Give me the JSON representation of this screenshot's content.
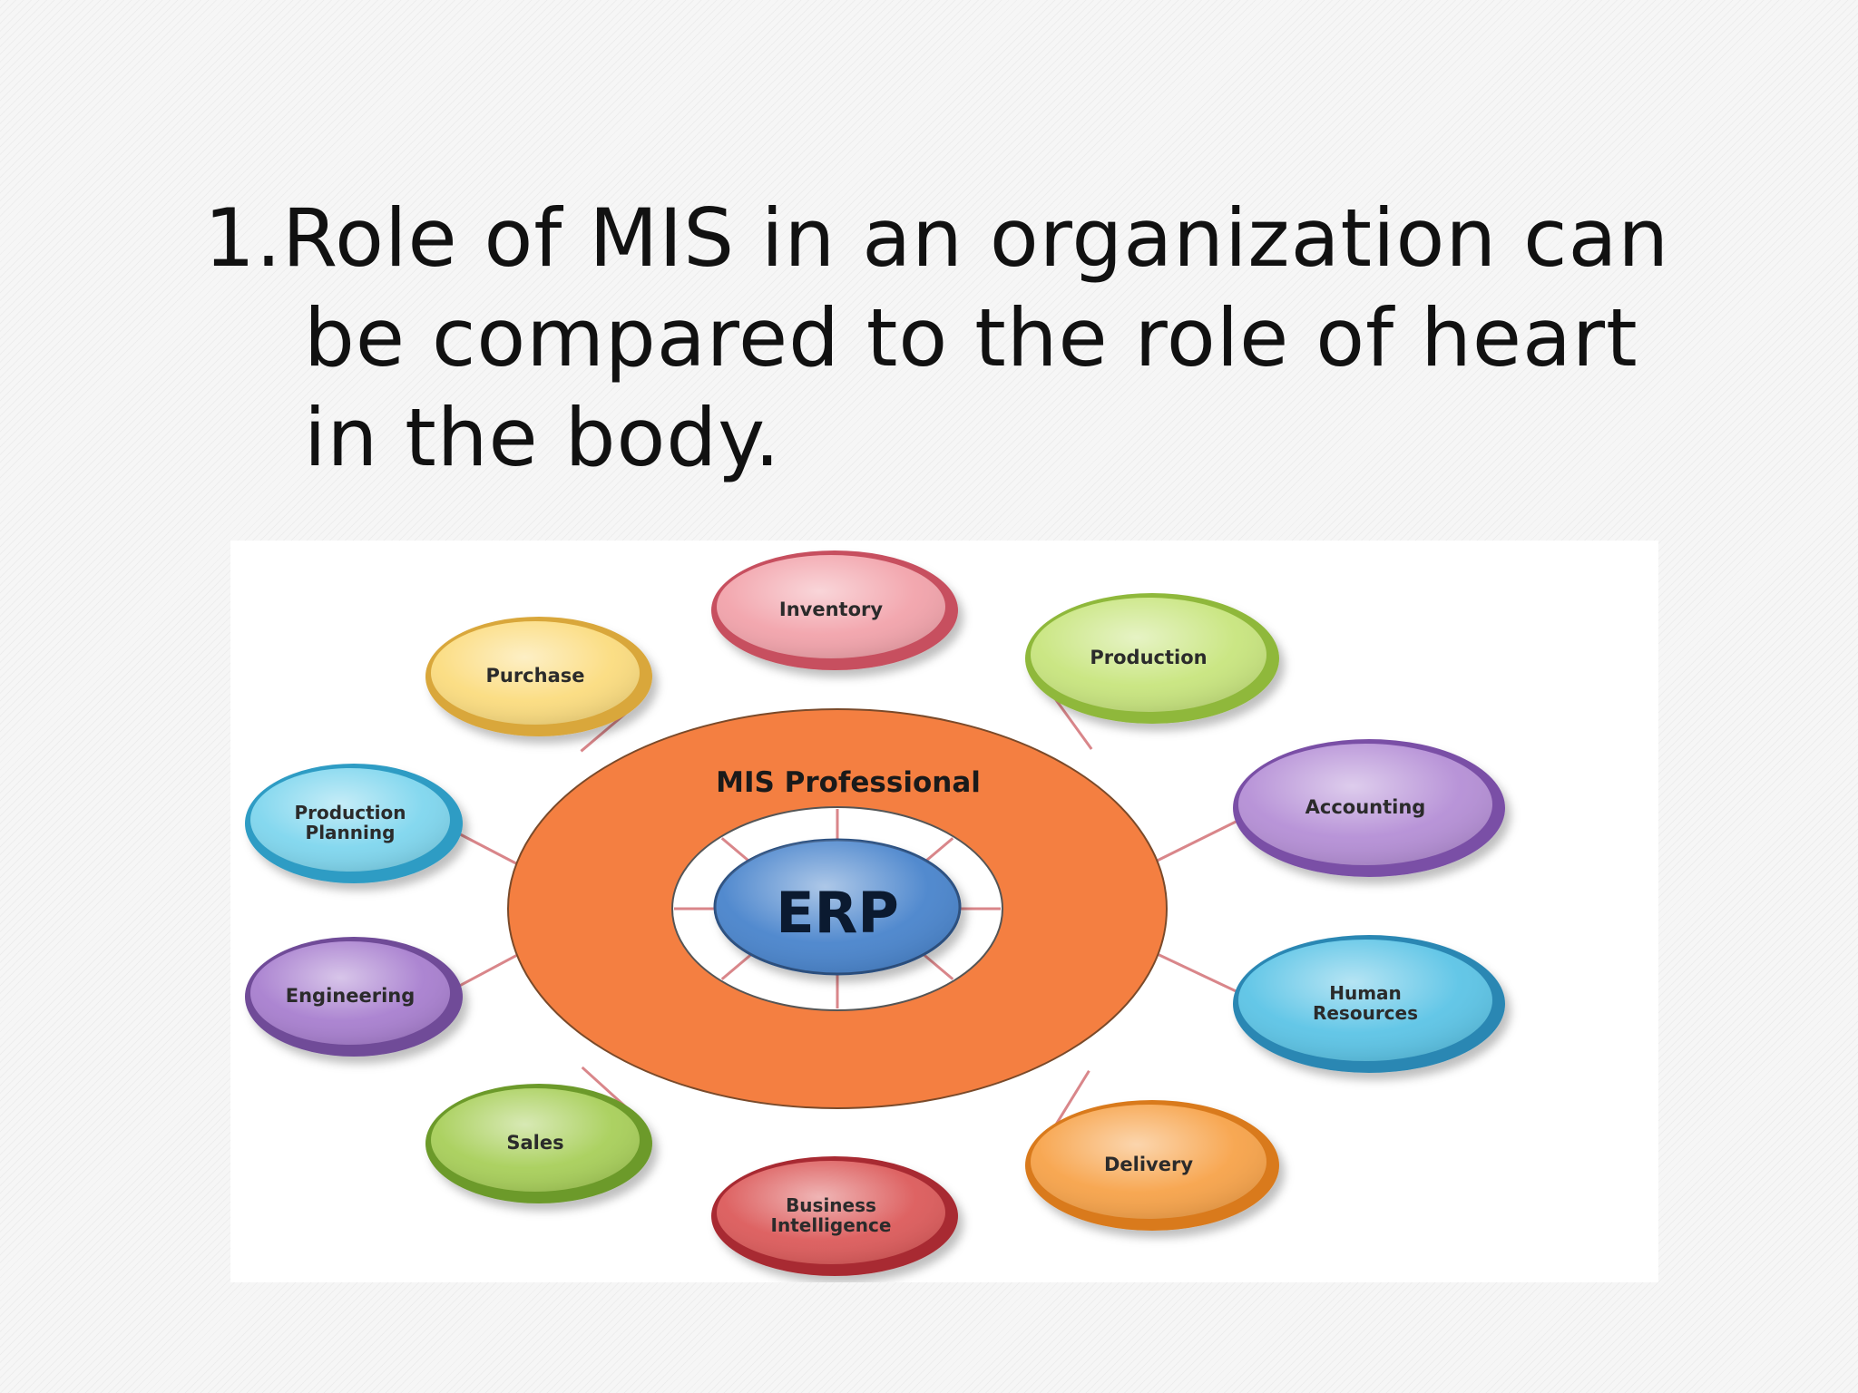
{
  "slide": {
    "title_lines": [
      "1.Role of MIS in an organization can",
      "be compared to the role of heart",
      "in the body."
    ]
  },
  "diagram": {
    "ring_label": "MIS Professional",
    "center_label": "ERP",
    "ring_color": "#f47f41",
    "center_color": "#4a84cc",
    "connector_color": "#d9868a",
    "nodes": [
      {
        "id": "inventory",
        "lines": [
          "Inventory"
        ],
        "color": "#f2a3ab",
        "rim": "#c7505e"
      },
      {
        "id": "production",
        "lines": [
          "Production"
        ],
        "color": "#c8e57e",
        "rim": "#8fb83a"
      },
      {
        "id": "accounting",
        "lines": [
          "Accounting"
        ],
        "color": "#b58fd6",
        "rim": "#7a4fa6"
      },
      {
        "id": "human-resources",
        "lines": [
          "Human",
          "Resources"
        ],
        "color": "#5cc4e6",
        "rim": "#2a87b3"
      },
      {
        "id": "delivery",
        "lines": [
          "Delivery"
        ],
        "color": "#f7a34a",
        "rim": "#d97a1c"
      },
      {
        "id": "business-intelligence",
        "lines": [
          "Business",
          "Intelligence"
        ],
        "color": "#dc5b5b",
        "rim": "#a82c32"
      },
      {
        "id": "sales",
        "lines": [
          "Sales"
        ],
        "color": "#a8cf5a",
        "rim": "#6c9a2a"
      },
      {
        "id": "engineering",
        "lines": [
          "Engineering"
        ],
        "color": "#a87fcf",
        "rim": "#6f4b98"
      },
      {
        "id": "production-planning",
        "lines": [
          "Production",
          "Planning"
        ],
        "color": "#7fd6ee",
        "rim": "#2f9cc4"
      },
      {
        "id": "purchase",
        "lines": [
          "Purchase"
        ],
        "color": "#fbdc7f",
        "rim": "#d9a73a"
      }
    ]
  }
}
